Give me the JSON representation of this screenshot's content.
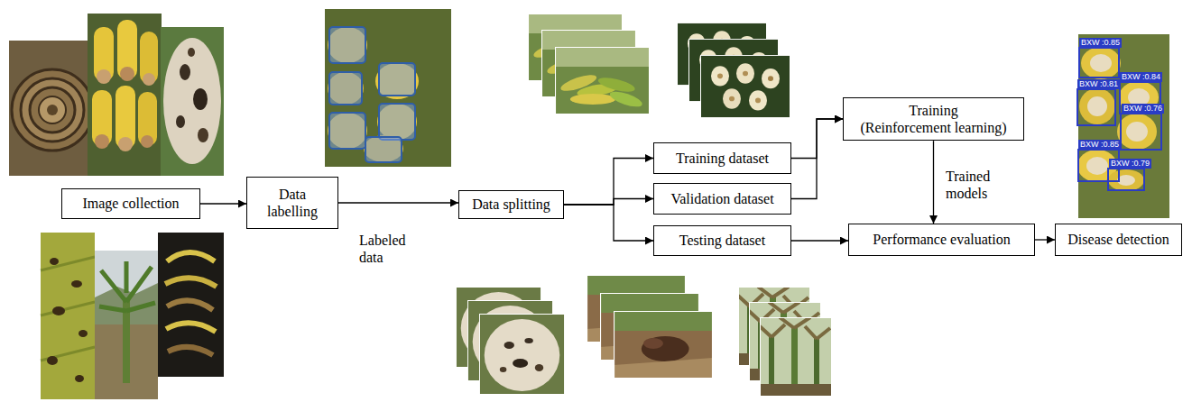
{
  "diagram": {
    "nodes": [
      {
        "text": [
          "Image collection"
        ]
      },
      {
        "text": [
          "Data labelling"
        ]
      },
      {
        "text": [
          "Data splitting"
        ]
      },
      {
        "text": [
          "Training dataset"
        ]
      },
      {
        "text": [
          "Validation dataset"
        ]
      },
      {
        "text": [
          "Testing dataset"
        ]
      },
      {
        "text": [
          "Training",
          "(Reinforcement learning)"
        ]
      },
      {
        "text": [
          "Performance evaluation"
        ]
      },
      {
        "text": [
          "Disease detection"
        ]
      }
    ],
    "edges": [
      {
        "from": 0,
        "to": 1,
        "arrow": "to"
      },
      {
        "from": 1,
        "to": 2,
        "label": "Labeled data",
        "arrow": "to"
      },
      {
        "from": 2,
        "to": 3,
        "arrow": "to"
      },
      {
        "from": 2,
        "to": 4,
        "arrow": "to"
      },
      {
        "from": 2,
        "to": 5,
        "arrow": "to"
      },
      {
        "from": 3,
        "to": 6,
        "arrow": "to"
      },
      {
        "from": 4,
        "to": 6,
        "arrow": "to"
      },
      {
        "from": 6,
        "to": 7,
        "label": "Trained models",
        "arrow": "to"
      },
      {
        "from": 5,
        "to": 7,
        "arrow": "to"
      },
      {
        "from": 7,
        "to": 8,
        "arrow": "to"
      }
    ],
    "labels": [
      "BXW :0.85",
      "BXW :0.84",
      "BXW :0.81",
      "BXW :0.76",
      "BXW :0.85",
      "BXW :0.79"
    ]
  }
}
